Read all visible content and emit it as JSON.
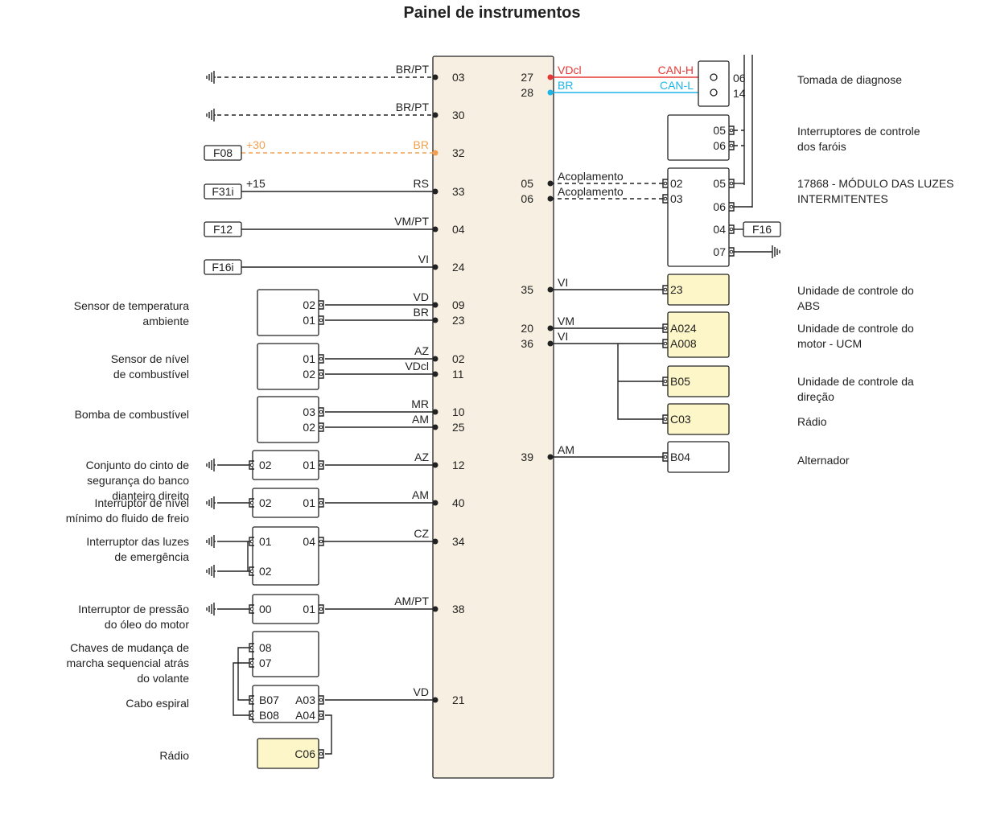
{
  "title": "Painel de instrumentos",
  "colors": {
    "panel_fill": "#f7efe1",
    "yellow_fill": "#fdf6c8",
    "red": "#e53935",
    "cyan": "#1eb5e8",
    "orange": "#f2a050",
    "line": "#222222"
  },
  "left_pins": [
    {
      "pin": "03",
      "wire": "BR/PT",
      "src": "ground",
      "dashed": true
    },
    {
      "pin": "30",
      "wire": "BR/PT",
      "src": "ground",
      "dashed": true
    },
    {
      "pin": "32",
      "wire": "BR",
      "src": "F08",
      "src_note": "+30",
      "dashed": true,
      "color": "orange"
    },
    {
      "pin": "33",
      "wire": "RS",
      "src": "F31i",
      "src_note": "+15"
    },
    {
      "pin": "04",
      "wire": "VM/PT",
      "src": "F12"
    },
    {
      "pin": "24",
      "wire": "VI",
      "src": "F16i"
    },
    {
      "pin": "09",
      "wire": "VD"
    },
    {
      "pin": "23",
      "wire": "BR"
    },
    {
      "pin": "02",
      "wire": "AZ"
    },
    {
      "pin": "11",
      "wire": "VDcl"
    },
    {
      "pin": "10",
      "wire": "MR"
    },
    {
      "pin": "25",
      "wire": "AM"
    },
    {
      "pin": "12",
      "wire": "AZ"
    },
    {
      "pin": "40",
      "wire": "AM"
    },
    {
      "pin": "34",
      "wire": "CZ"
    },
    {
      "pin": "38",
      "wire": "AM/PT"
    },
    {
      "pin": "21",
      "wire": "VD"
    }
  ],
  "right_pins": [
    {
      "pin": "27",
      "wire": "VDcl",
      "color": "red",
      "target_label": "CAN-H",
      "target_pin": "06"
    },
    {
      "pin": "28",
      "wire": "BR",
      "color": "cyan",
      "target_label": "CAN-L",
      "target_pin": "14"
    },
    {
      "pin": "05",
      "wire": "Acoplamento",
      "dashed": true,
      "target_pin": "02"
    },
    {
      "pin": "06",
      "wire": "Acoplamento",
      "dashed": true,
      "target_pin": "03"
    },
    {
      "pin": "35",
      "wire": "VI",
      "target_pin": "23"
    },
    {
      "pin": "20",
      "wire": "VM",
      "target_pin": "A024"
    },
    {
      "pin": "36",
      "wire": "VI",
      "target_pin": "A008"
    },
    {
      "pin": "39",
      "wire": "AM",
      "target_pin": "B04"
    }
  ],
  "left_components": [
    {
      "name": "Sensor de temperatura\nambiente",
      "pins": [
        "02",
        "01"
      ]
    },
    {
      "name": "Sensor de nível\nde combustível",
      "pins": [
        "01",
        "02"
      ]
    },
    {
      "name": "Bomba de combustível",
      "pins": [
        "03",
        "02"
      ]
    },
    {
      "name": "Conjunto do cinto de\nsegurança do banco\ndianteiro direito",
      "pins": [
        "02",
        "01"
      ]
    },
    {
      "name": "Interruptor de nível\nmínimo do fluido de freio",
      "pins": [
        "02",
        "01"
      ]
    },
    {
      "name": "Interruptor das luzes\nde emergência",
      "pins": [
        "01",
        "04",
        "02"
      ]
    },
    {
      "name": "Interruptor de pressão\ndo óleo do motor",
      "pins": [
        "00",
        "01"
      ]
    },
    {
      "name": "Chaves de mudança de\nmarcha sequencial atrás\ndo volante",
      "pins": [
        "08",
        "07"
      ]
    },
    {
      "name": "Cabo espiral",
      "pins": [
        "B07",
        "A03",
        "B08",
        "A04"
      ]
    },
    {
      "name": "Rádio",
      "pins": [
        "C06"
      ]
    }
  ],
  "right_components": [
    {
      "name": "Tomada de diagnose",
      "pins": [
        "06",
        "14"
      ]
    },
    {
      "name": "Interruptores de controle\ndos faróis",
      "pins": [
        "05",
        "06"
      ]
    },
    {
      "name": "17868 - MÓDULO DAS LUZES\nINTERMITENTES",
      "pins": [
        "02",
        "03",
        "05",
        "06",
        "04",
        "07"
      ],
      "fuse": "F16"
    },
    {
      "name": "Unidade de controle do\nABS",
      "pins": [
        "23"
      ]
    },
    {
      "name": "Unidade de controle do\nmotor - UCM",
      "pins": [
        "A024",
        "A008"
      ]
    },
    {
      "name": "Unidade de controle da\ndireção",
      "pins": [
        "B05"
      ]
    },
    {
      "name": "Rádio",
      "pins": [
        "C03"
      ]
    },
    {
      "name": "Alternador",
      "pins": [
        "B04"
      ]
    }
  ]
}
